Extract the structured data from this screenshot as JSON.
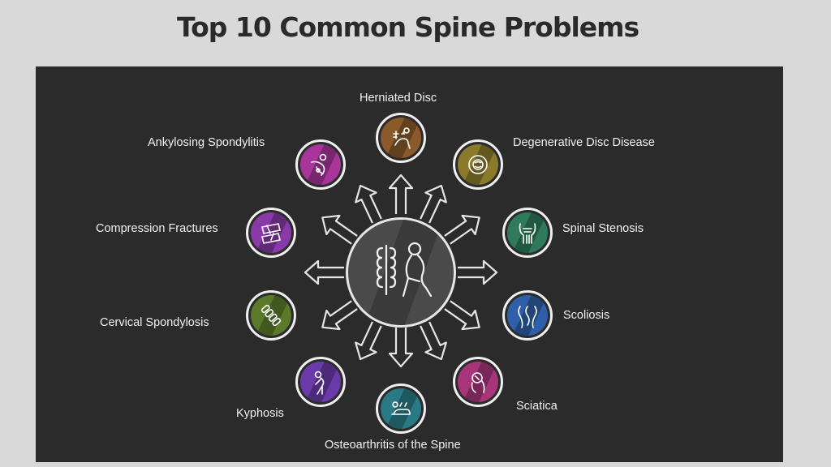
{
  "title": "Top 10 Common Spine Problems",
  "colors": {
    "background": "#d9d9d9",
    "panel": "#2b2b2b",
    "hub": "#4a4a4a",
    "arrow": "#e6e6e6"
  },
  "hub": {
    "icon": "spine-body-icon"
  },
  "problems": [
    {
      "label": "Herniated Disc",
      "color": "#8a5a2b",
      "icon": "herniated-disc-icon"
    },
    {
      "label": "Degenerative Disc Disease",
      "color": "#8a7a2a",
      "icon": "degenerative-disc-icon"
    },
    {
      "label": "Spinal Stenosis",
      "color": "#2f7a5a",
      "icon": "spinal-stenosis-icon"
    },
    {
      "label": "Scoliosis",
      "color": "#2f5fa8",
      "icon": "scoliosis-icon"
    },
    {
      "label": "Sciatica",
      "color": "#a8357a",
      "icon": "sciatica-icon"
    },
    {
      "label": "Osteoarthritis of the Spine",
      "color": "#2a7a86",
      "icon": "osteoarthritis-icon"
    },
    {
      "label": "Kyphosis",
      "color": "#6a3aa8",
      "icon": "kyphosis-icon"
    },
    {
      "label": "Cervical Spondylosis",
      "color": "#5a7a2a",
      "icon": "cervical-spondylosis-icon"
    },
    {
      "label": "Compression Fractures",
      "color": "#8a3aa8",
      "icon": "compression-fracture-icon"
    },
    {
      "label": "Ankylosing Spondylitis",
      "color": "#a8359a",
      "icon": "ankylosing-spondylitis-icon"
    }
  ]
}
